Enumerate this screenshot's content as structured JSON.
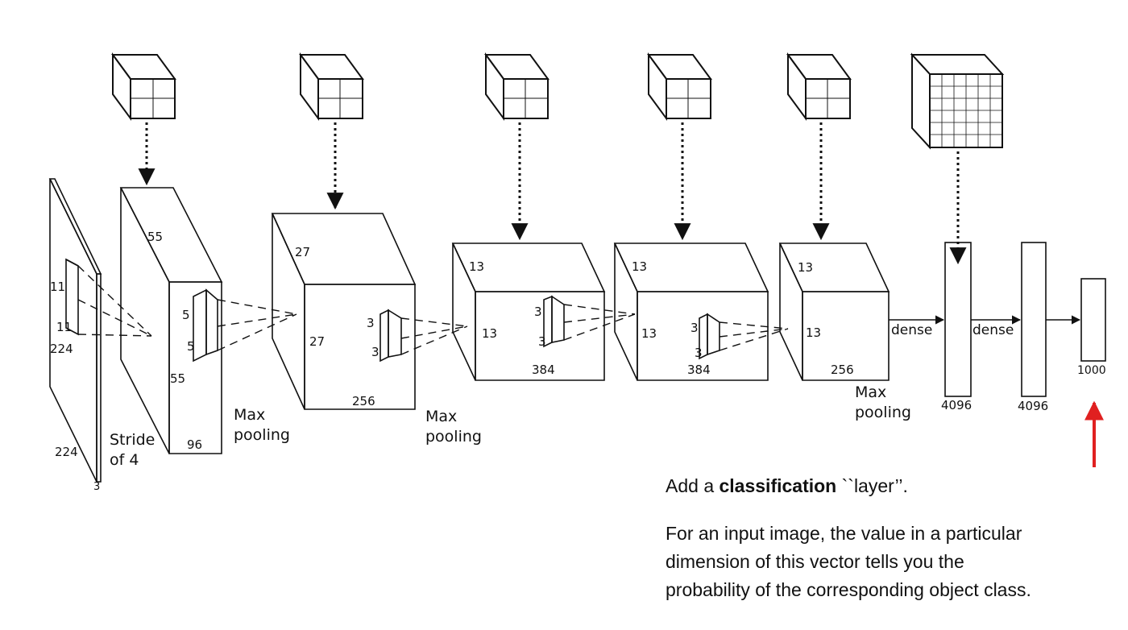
{
  "labels": {
    "input_h": "224",
    "input_w": "224",
    "input_d": "3",
    "input_k_h": "11",
    "input_k_w": "11",
    "stride": [
      "Stride",
      "of 4"
    ],
    "c1_h": "55",
    "c1_w": "55",
    "c1_d": "96",
    "c1_k_h": "5",
    "c1_k_w": "5",
    "pool1": [
      "Max",
      "pooling"
    ],
    "c2_h": "27",
    "c2_w": "27",
    "c2_d": "256",
    "c2_k_h": "3",
    "c2_k_w": "3",
    "pool2": [
      "Max",
      "pooling"
    ],
    "c3_h": "13",
    "c3_w": "13",
    "c3_d": "384",
    "c3_k_h": "3",
    "c3_k_w": "3",
    "c4_h": "13",
    "c4_w": "13",
    "c4_d": "384",
    "c4_k_h": "3",
    "c4_k_w": "3",
    "c5_h": "13",
    "c5_w": "13",
    "c5_d": "256",
    "pool3": [
      "Max",
      "pooling"
    ],
    "dense1_arrow": "dense",
    "dense2_arrow": "dense",
    "fc6": "4096",
    "fc7": "4096",
    "fc8": "1000"
  },
  "annotation": {
    "line1_pre": "Add a ",
    "line1_bold": "classification",
    "line1_post": " ``layer’’.",
    "line2": [
      "For an input image, the value in a particular",
      "dimension of this vector tells you the",
      "probability of the corresponding object class."
    ]
  },
  "colors": {
    "stroke": "#111111",
    "highlight_arrow": "#e02020"
  }
}
